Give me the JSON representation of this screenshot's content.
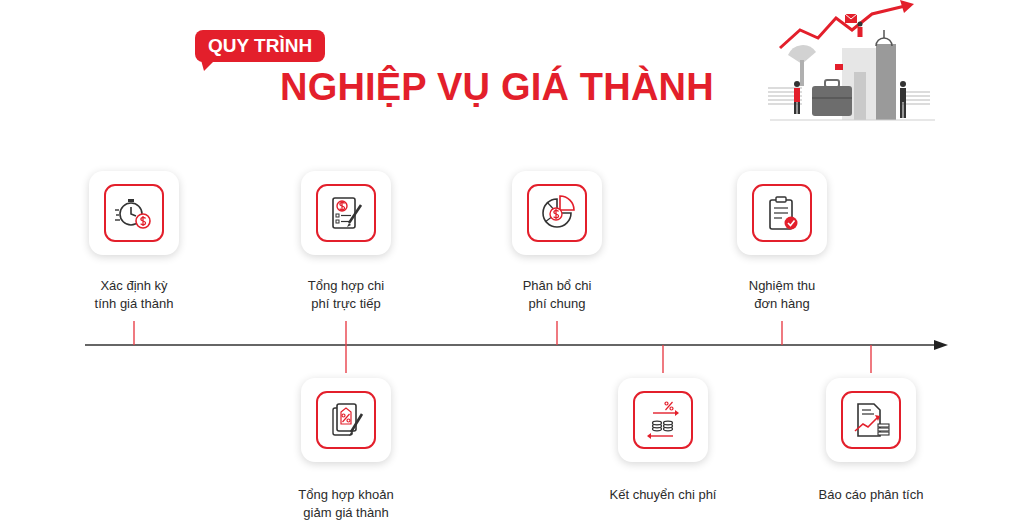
{
  "diagram": {
    "title": "NGHIỆP VỤ GIÁ THÀNH",
    "nodes": [
      {
        "text": [
          "Xác định kỳ tính giá thành"
        ]
      },
      {
        "text": [
          "Tổng hợp chi phí trực tiếp"
        ]
      },
      {
        "text": [
          "Tổng hợp khoản giảm giá thành"
        ]
      },
      {
        "text": [
          "Phân bổ chi phí chung"
        ]
      },
      {
        "text": [
          "Kết chuyển chi phí"
        ]
      },
      {
        "text": [
          "Nghiệm thu đơn hàng"
        ]
      },
      {
        "text": [
          "Báo cáo phân tích"
        ]
      }
    ],
    "labels": [
      "QUY TRÌNH"
    ]
  }
}
